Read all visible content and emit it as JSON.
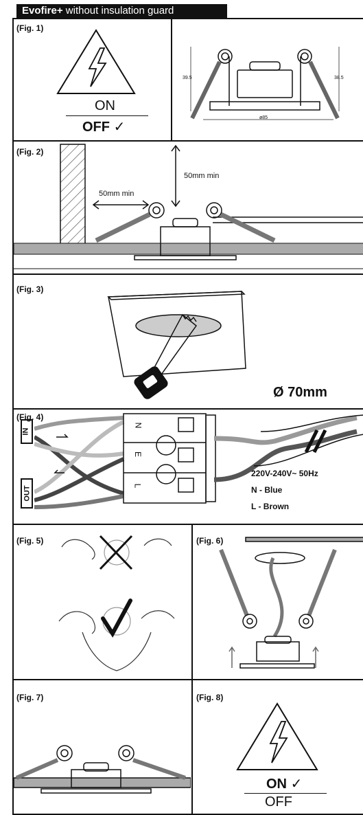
{
  "header": {
    "brand": "Evofire+",
    "subtitle": " without insulation guard"
  },
  "fig1": {
    "label": "(Fig. 1)",
    "on": "ON",
    "off": "OFF",
    "check": "✓",
    "dim_left": "39.5",
    "dim_right": "38.5",
    "dim_bottom": "ø85"
  },
  "fig2": {
    "label": "(Fig. 2)",
    "side_clearance": "50mm min",
    "top_clearance": "50mm min"
  },
  "fig3": {
    "label": "(Fig. 3)",
    "cutout": "Ø 70mm"
  },
  "fig4": {
    "label": "(Fig. 4)",
    "in": "IN",
    "out": "OUT",
    "terminals": [
      "N",
      "E",
      "L"
    ],
    "voltage": "220V-240V~ 50Hz",
    "neutral": "N - Blue",
    "live": "L - Brown"
  },
  "fig5": {
    "label": "(Fig. 5)"
  },
  "fig6": {
    "label": "(Fig. 6)"
  },
  "fig7": {
    "label": "(Fig. 7)"
  },
  "fig8": {
    "label": "(Fig. 8)",
    "on": "ON",
    "off": "OFF",
    "check": "✓"
  }
}
